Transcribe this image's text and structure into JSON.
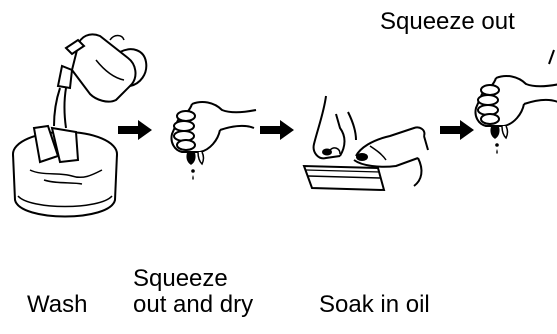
{
  "steps": {
    "wash": "Wash",
    "squeeze_dry_line1": "Squeeze",
    "squeeze_dry_line2": "out and dry",
    "soak": "Soak in oil",
    "squeeze_out": "Squeeze out"
  },
  "icons": {
    "step1": "jug-pouring-into-bowl-icon",
    "step2": "hand-squeezing-cloth-icon",
    "step3": "hands-pressing-cloth-icon",
    "step4": "hand-squeezing-cloth-icon",
    "arrow": "right-arrow-icon"
  },
  "colors": {
    "ink": "#000000",
    "background": "#ffffff"
  }
}
